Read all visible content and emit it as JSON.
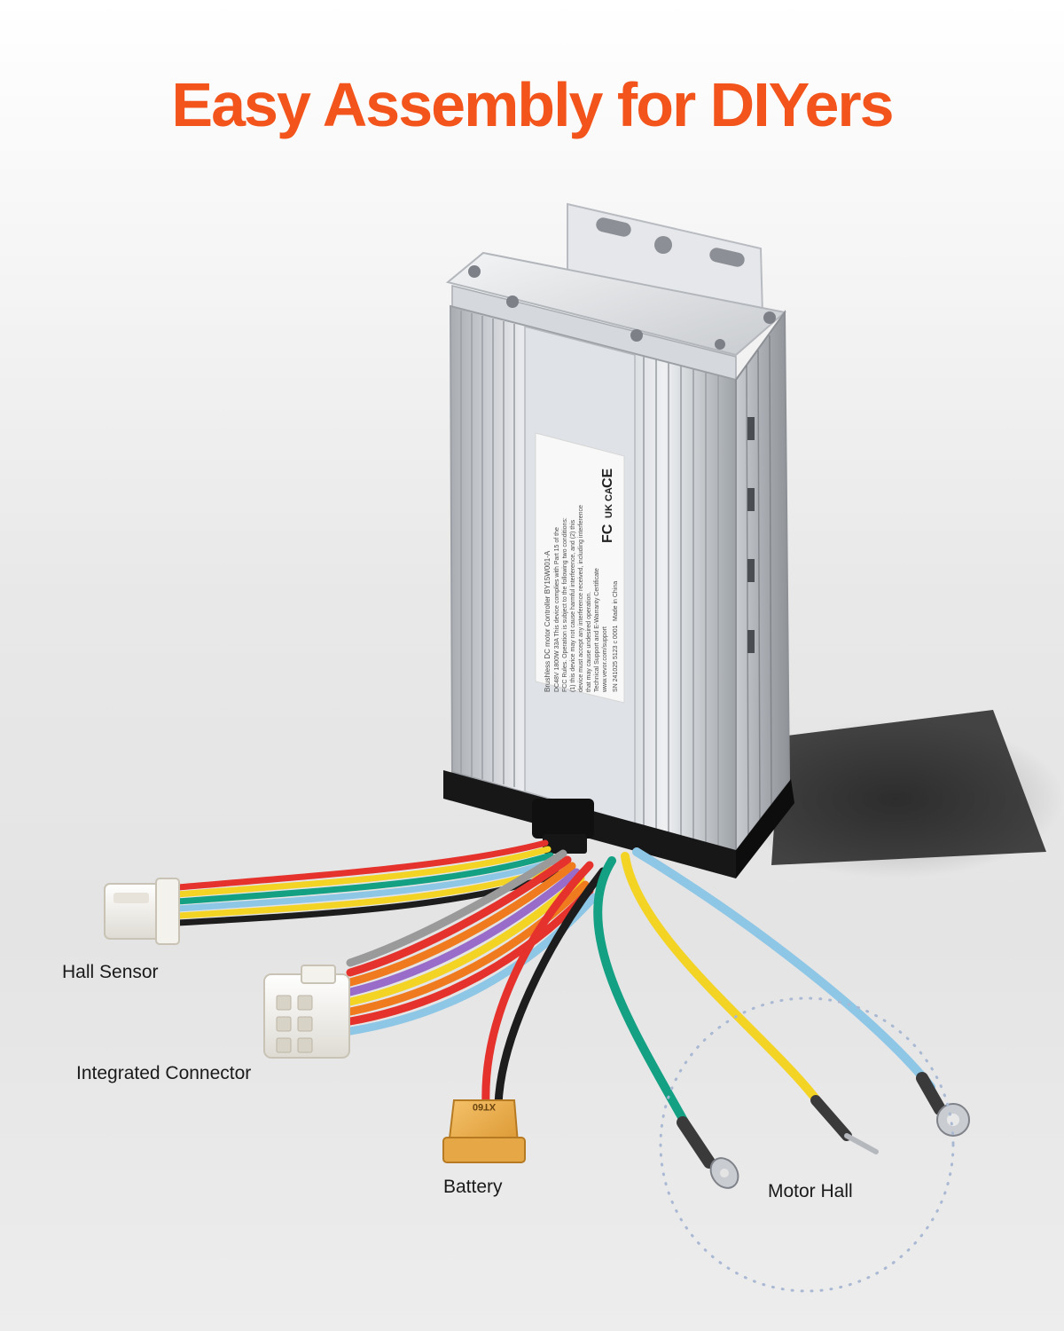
{
  "headline": {
    "text": "Easy Assembly for DIYers",
    "color": "#f2541b"
  },
  "product_label": {
    "line1": "Brushless DC motor Controller  BY15W001-A",
    "line2": "DC48V  1800W  33A    This device complies with Part 15 of the",
    "line3": "FCC Rules. Operation is subject to the following two conditions:",
    "line4": "(1) this device may not cause harmful interference, and (2) this",
    "line5": "device must accept any interference received, including interference",
    "line6": "that may cause undesired operation.",
    "line7": "Technical Support and E-Warranty Certificate",
    "line8": "www.vevor.com/support",
    "serial": "SN 241025  5123  c  0001",
    "made_in": "Made in China",
    "marks": [
      "FC",
      "UK CA",
      "CE"
    ]
  },
  "callouts": {
    "hall_sensor": "Hall Sensor",
    "integrated_connector": "Integrated Connector",
    "battery": "Battery",
    "motor_hall": "Motor Hall"
  },
  "connector_text": {
    "xt60": "XT60"
  },
  "icons": {
    "product": "brushless-motor-controller-icon",
    "highlight": "dotted-circle-icon"
  },
  "colors": {
    "accent": "#f2541b",
    "wire_red": "#e5322d",
    "wire_orange": "#f07a1e",
    "wire_yellow": "#f3d324",
    "wire_green": "#13a083",
    "wire_blue": "#8ec6e6",
    "wire_purple": "#9a6cc9",
    "wire_black": "#1d1d1d",
    "wire_grey": "#9a9a9a",
    "dotted_circle": "#a9b8d3"
  }
}
